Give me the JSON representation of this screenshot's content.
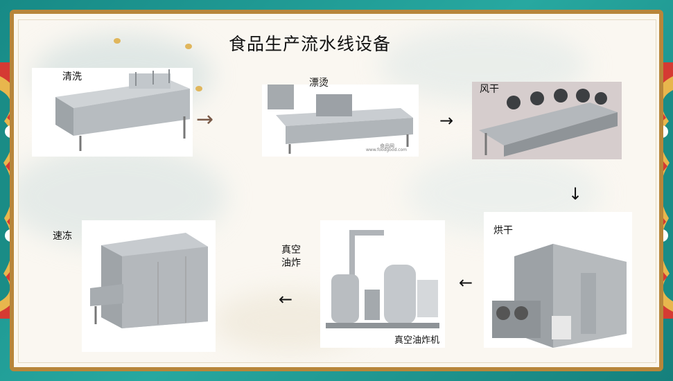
{
  "title": "食品生产流水线设备",
  "steps": {
    "wash": "清洗",
    "blanch": "漂烫",
    "air_dry": "风干",
    "bake": "烘干",
    "vacuum_fry": "真空\n油炸",
    "quick_freeze": "速冻"
  },
  "captions": {
    "fryer_machine": "真空油炸机",
    "watermark": "食品网"
  },
  "arrows": {
    "right": "→",
    "down": "↓",
    "left": "←"
  }
}
